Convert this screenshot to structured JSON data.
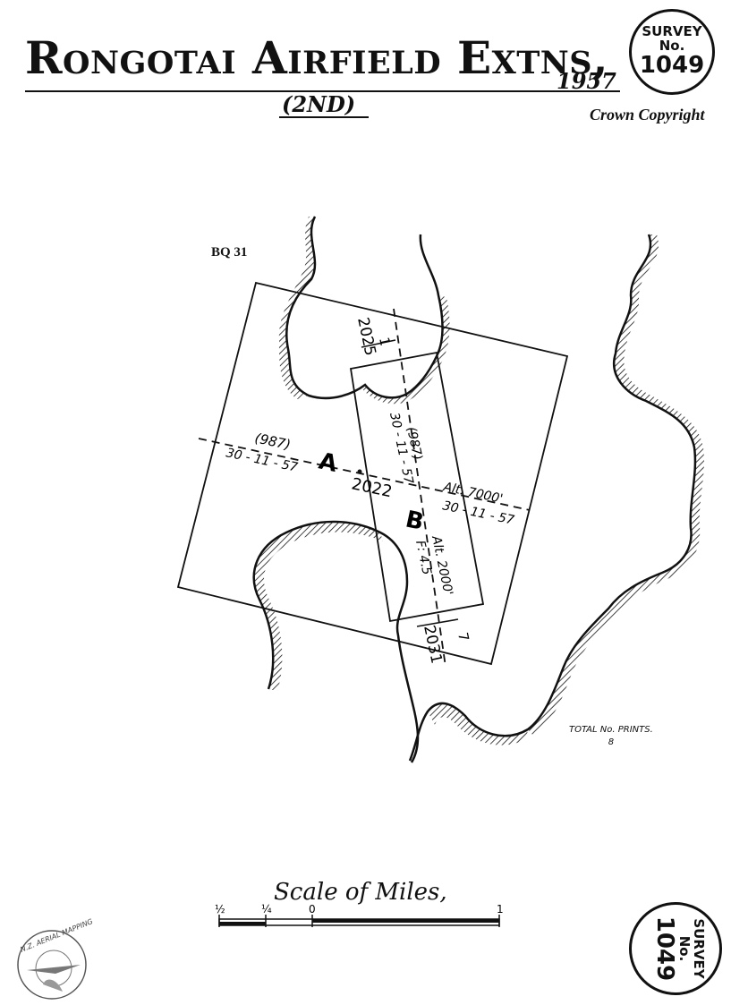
{
  "title": {
    "main": "Rongotai Airfield Extns",
    "separator": ",",
    "year": "1957",
    "sub": "(2ND)"
  },
  "survey_badge": {
    "line1": "SURVEY",
    "line2": "No.",
    "number": "1049"
  },
  "copyright": "Crown Copyright",
  "sheet_ref": "BQ 31",
  "runs": {
    "run_a": {
      "letter": "A",
      "count": "(987)",
      "date": "30 - 11 - 57",
      "altitude": "Alt. 7000'",
      "altitude_date": "30 - 11 - 57"
    },
    "run_b": {
      "letter": "B",
      "count": "(987)",
      "date": "30 - 11 - 57",
      "altitude": "Alt. 2000'",
      "focal": "F: 4.5"
    }
  },
  "frames": {
    "center": "2022",
    "b_start_num": "1",
    "b_start": "2025",
    "b_end_num": "7",
    "b_end": "2031"
  },
  "total_prints": {
    "label": "TOTAL No. PRINTS.",
    "value": "8"
  },
  "scale": {
    "title": "Scale of Miles,",
    "ticks": [
      "½",
      "¼",
      "0",
      "1"
    ]
  },
  "logo": {
    "text": "N.Z. AERIAL MAPPING"
  },
  "colors": {
    "ink": "#111111",
    "paper": "#ffffff"
  }
}
